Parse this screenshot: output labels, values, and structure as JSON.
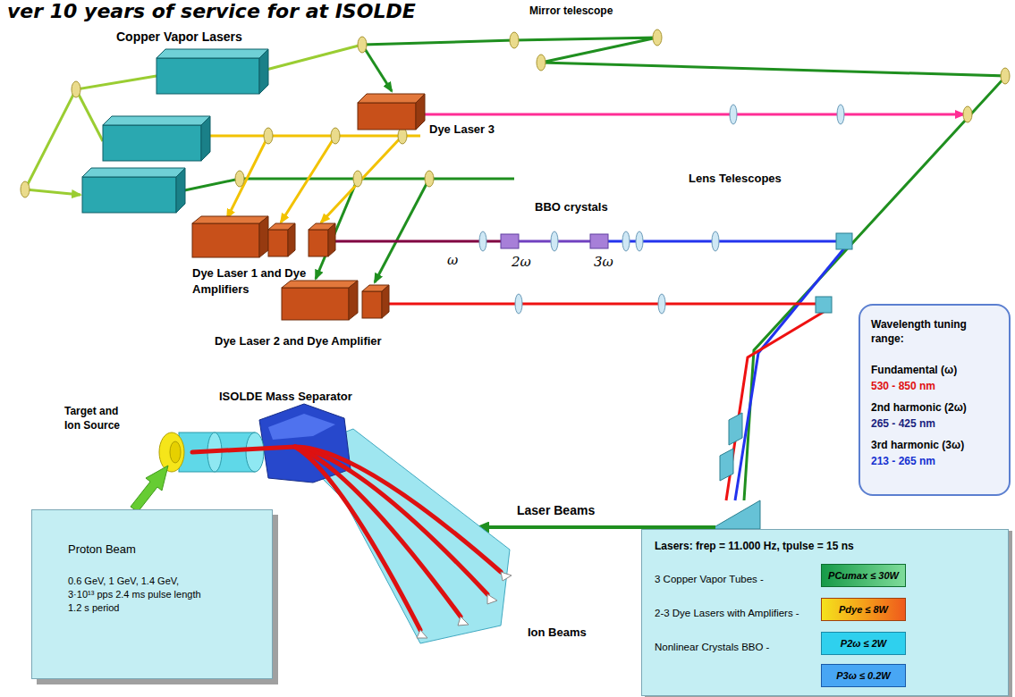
{
  "diagram": {
    "title": "ver 10 years of service for at ISOLDE",
    "nodes": [
      {
        "text": [
          "Wavelength tuning range:",
          "Fundamental (ω)",
          "530 - 850 nm",
          "2nd harmonic (2ω)",
          "265 - 425 nm",
          "3rd harmonic (3ω)",
          "213 - 265 nm"
        ]
      },
      {
        "text": [
          "Proton Beam",
          "0.6 GeV, 1 GeV, 1.4 GeV, 3·10¹³ pps 2.4 ms pulse length 1.2 s period"
        ]
      },
      {
        "text": [
          "Lasers: frep = 11.000 Hz, tpulse = 15 ns",
          "3 Copper Vapor Tubes -",
          "2-3 Dye Lasers with Amplifiers -",
          "Nonlinear Crystals BBO -"
        ]
      },
      {
        "text": [
          "PCumax ≤ 30W"
        ],
        "in": 2
      },
      {
        "text": [
          "Pdye ≤ 8W"
        ],
        "in": 2
      },
      {
        "text": [
          "P2ω ≤ 2W"
        ],
        "in": 2
      },
      {
        "text": [
          "P3ω ≤ 0.2W"
        ],
        "in": 2
      }
    ],
    "labels": [
      "Mirror telescope",
      "Copper Vapor Lasers",
      "Dye Laser 3",
      "Lens Telescopes",
      "BBO crystals",
      "Dye Laser 1 and Dye Amplifiers",
      "ω",
      "2ω",
      "3ω",
      "Dye Laser 2 and Dye Amplifier",
      "Target and Ion Source",
      "ISOLDE Mass Separator",
      "Laser Beams",
      "Ion Beams"
    ]
  }
}
